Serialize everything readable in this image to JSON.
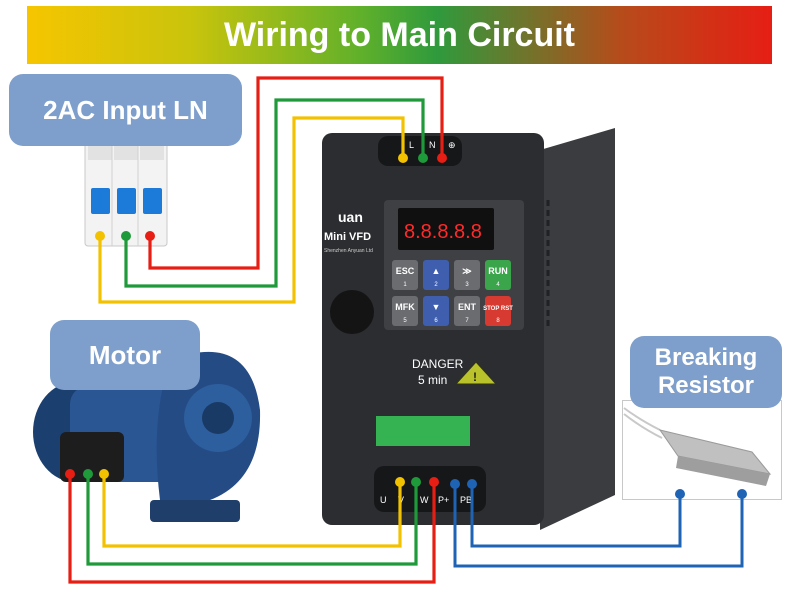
{
  "title": "Wiring to Main Circuit",
  "labels": {
    "input": "2AC Input LN",
    "motor": "Motor",
    "resistor_line1": "Breaking",
    "resistor_line2": "Resistor"
  },
  "vfd": {
    "brand": "uan",
    "model": "Mini VFD",
    "maker": "Shenzhen Anyuan Ltd",
    "display": "8.8.8.8.8",
    "danger_line1": "DANGER",
    "danger_line2": "5 min",
    "top_terminals": [
      "L",
      "N",
      "⊕"
    ],
    "bottom_terminals": [
      "U",
      "V",
      "W",
      "P+",
      "PB"
    ],
    "keys": [
      {
        "label": "ESC",
        "sub": "1"
      },
      {
        "label": "▲",
        "sub": "2"
      },
      {
        "label": "≫",
        "sub": "3"
      },
      {
        "label": "RUN",
        "sub": "4"
      },
      {
        "label": "MFK",
        "sub": "5"
      },
      {
        "label": "▼",
        "sub": "6"
      },
      {
        "label": "ENT",
        "sub": "7"
      },
      {
        "label": "STOP RST",
        "sub": "8"
      }
    ]
  },
  "colors": {
    "yellow_wire": "#f2c200",
    "green_wire": "#1f9a3a",
    "red_wire": "#e61e14",
    "blue_wire": "#1e63b4",
    "callout": "#7e9fcb",
    "vfd_body": "#2b2d30"
  }
}
